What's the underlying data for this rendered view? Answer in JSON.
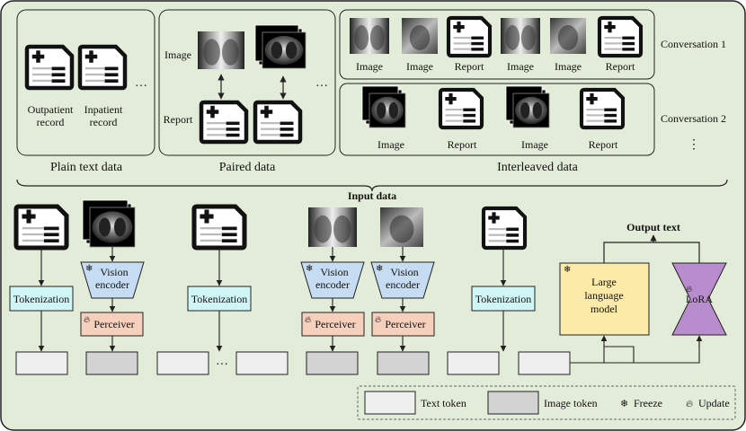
{
  "top": {
    "plain": {
      "caption": "Plain text data",
      "items": [
        "Outpatient\nrecord",
        "Inpatient\nrecord"
      ],
      "ellipsis": "···"
    },
    "paired": {
      "caption": "Paired data",
      "image_label": "Image",
      "report_label": "Report",
      "ellipsis": "···"
    },
    "interleaved": {
      "caption": "Interleaved data",
      "conv1_label": "Conversation 1",
      "conv2_label": "Conversation 2",
      "conv1_items": [
        "Image",
        "Image",
        "Report",
        "Image",
        "Image",
        "Report"
      ],
      "conv2_items": [
        "Image",
        "Report",
        "Image",
        "Report"
      ],
      "vdots": "⋮"
    }
  },
  "input_data": "Input data",
  "pipeline": {
    "tokenization": "Tokenization",
    "vision_encoder": "Vision\nencoder",
    "perceiver": "Perceiver",
    "llm": "Large\nlanguage\nmodel",
    "lora": "LoRA",
    "output_text": "Output text",
    "ellipsis": "···"
  },
  "legend": {
    "text_token": "Text token",
    "image_token": "Image token",
    "freeze": "Freeze",
    "update": "Update"
  },
  "colors": {
    "background": "#e2ecd8",
    "tokenization": "#cff5f6",
    "vision_encoder": "#c5dcf2",
    "perceiver": "#f6d0bd",
    "llm": "#fbeaa8",
    "lora": "#b98cce",
    "text_token": "#efefef",
    "image_token": "#d3d3d3"
  }
}
